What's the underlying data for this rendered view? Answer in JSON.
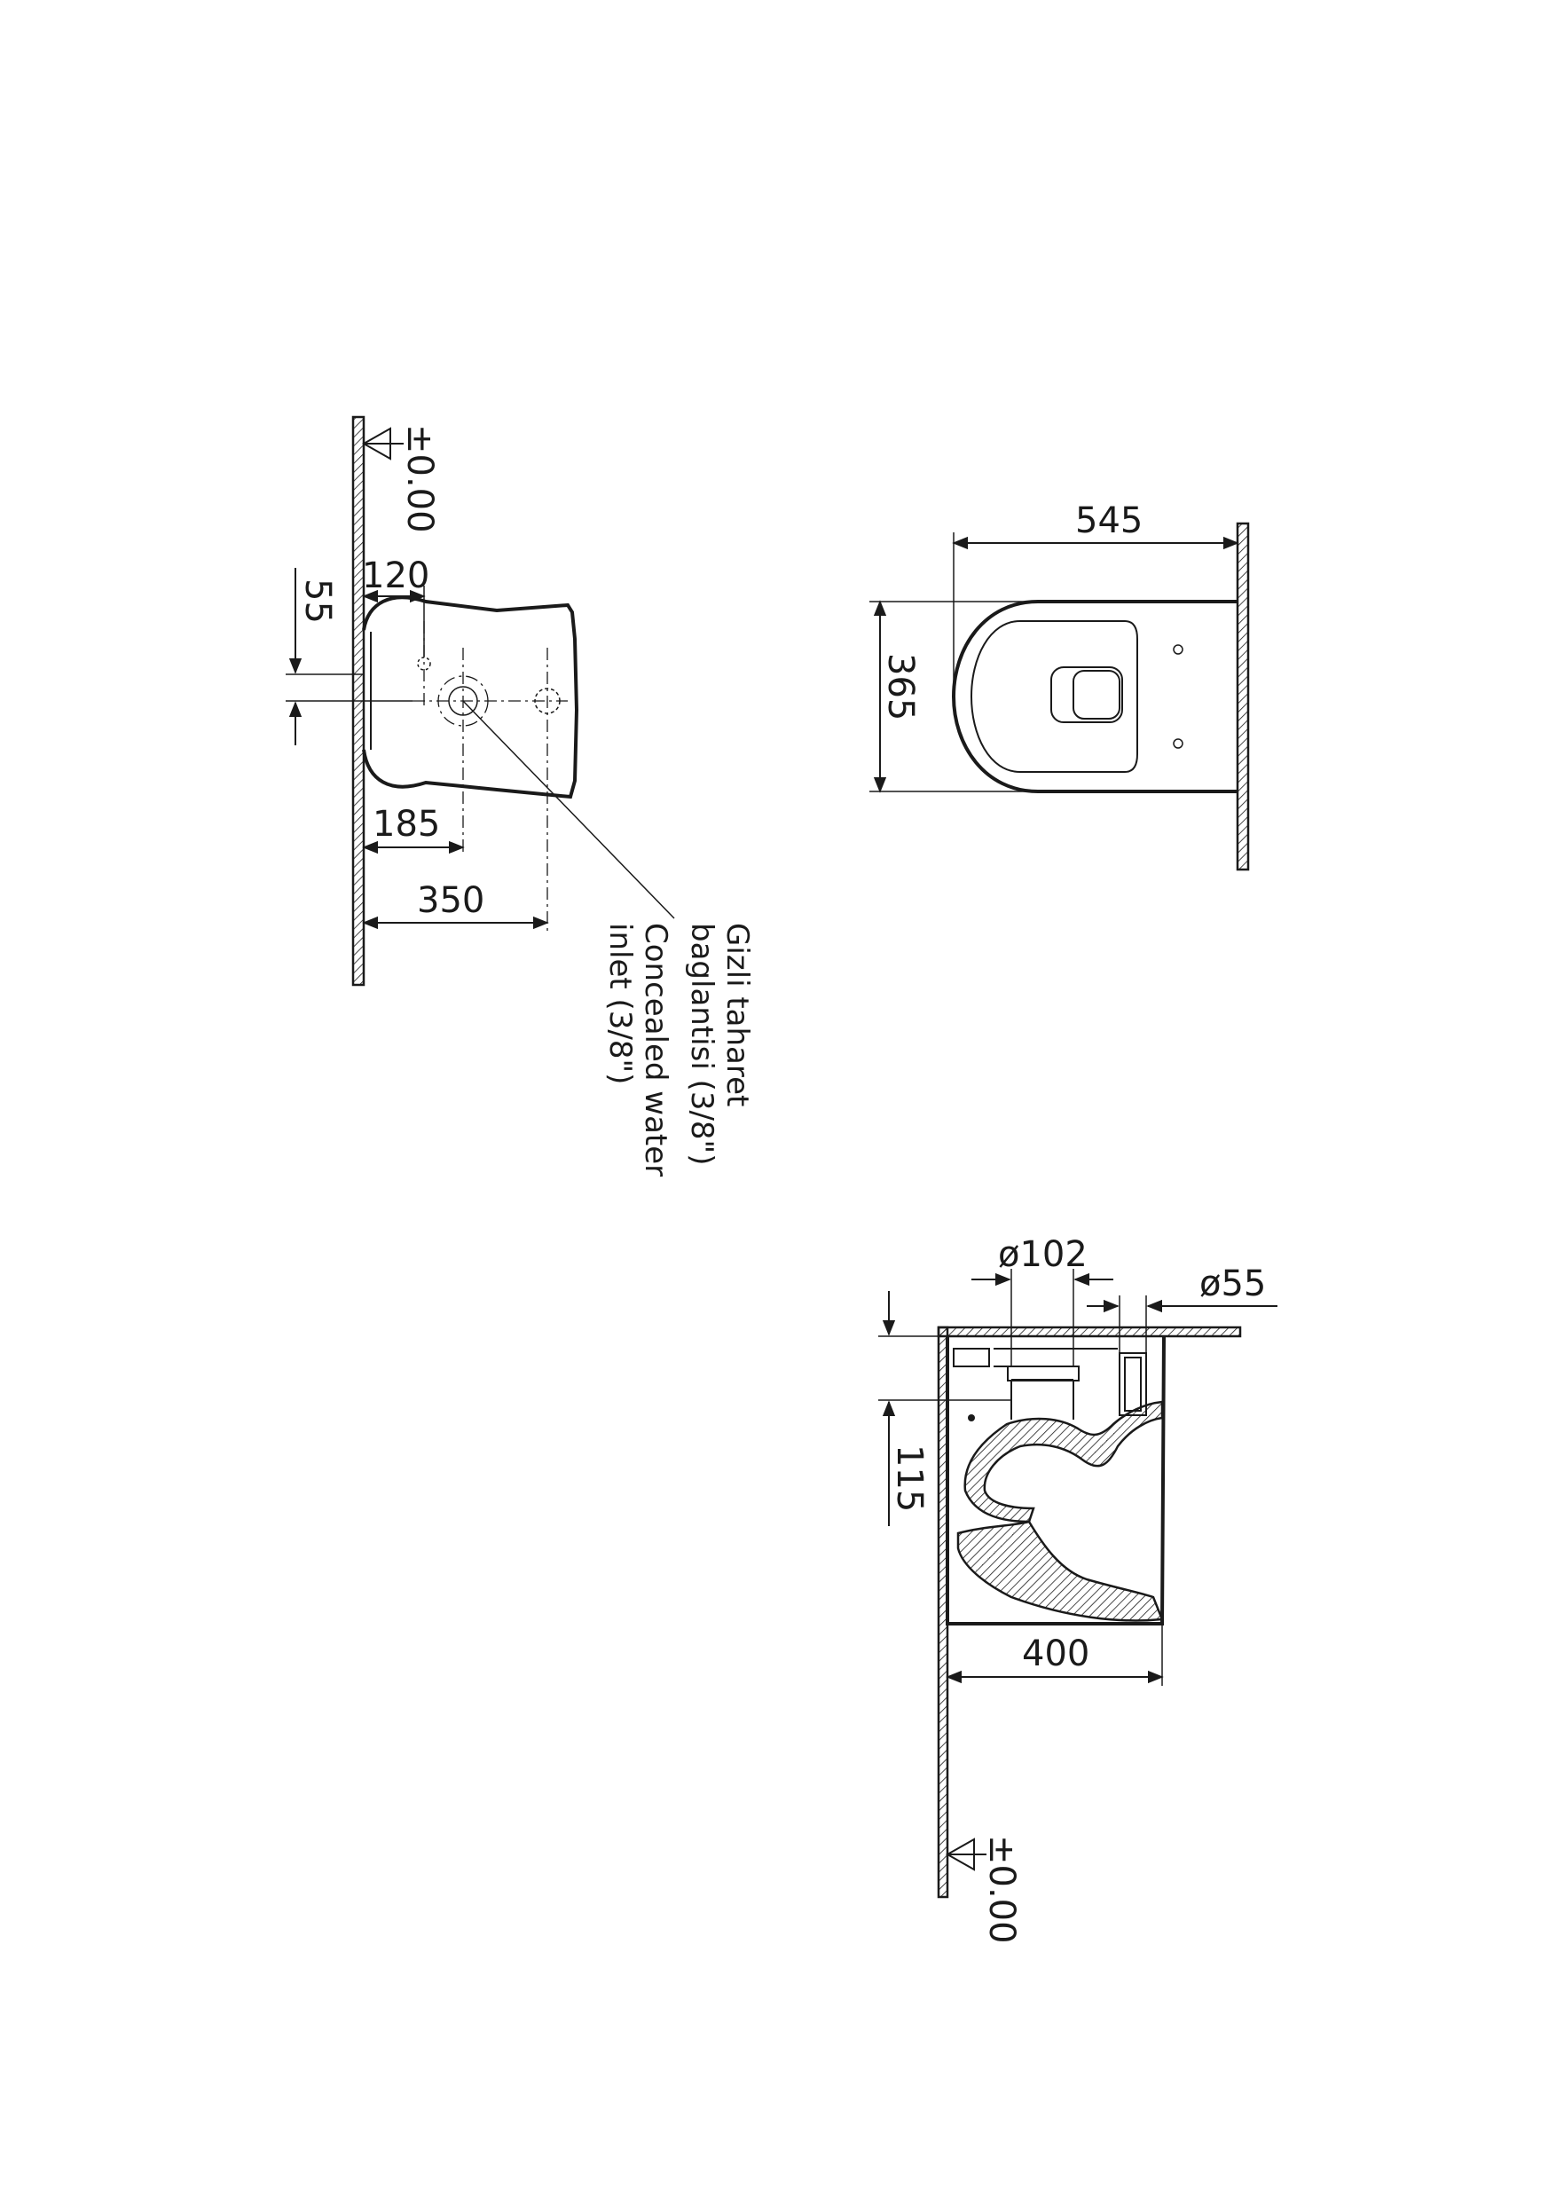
{
  "views": {
    "side": {
      "datum": "±0.00",
      "dim_top_offset": "120",
      "dim_inlet_height": "55",
      "dim_inlet_depth": "185",
      "dim_fixing_depth": "350",
      "note_tr_line1": "Gizli taharet",
      "note_tr_line2": "baglantisi (3/8\")",
      "note_en_line1": "Concealed water",
      "note_en_line2": "inlet (3/8\")"
    },
    "top": {
      "dim_length": "545",
      "dim_width": "365"
    },
    "section": {
      "dim_waste": "ø102",
      "dim_flush": "ø55",
      "dim_height": "115",
      "dim_depth": "400",
      "datum": "±0.00"
    }
  }
}
